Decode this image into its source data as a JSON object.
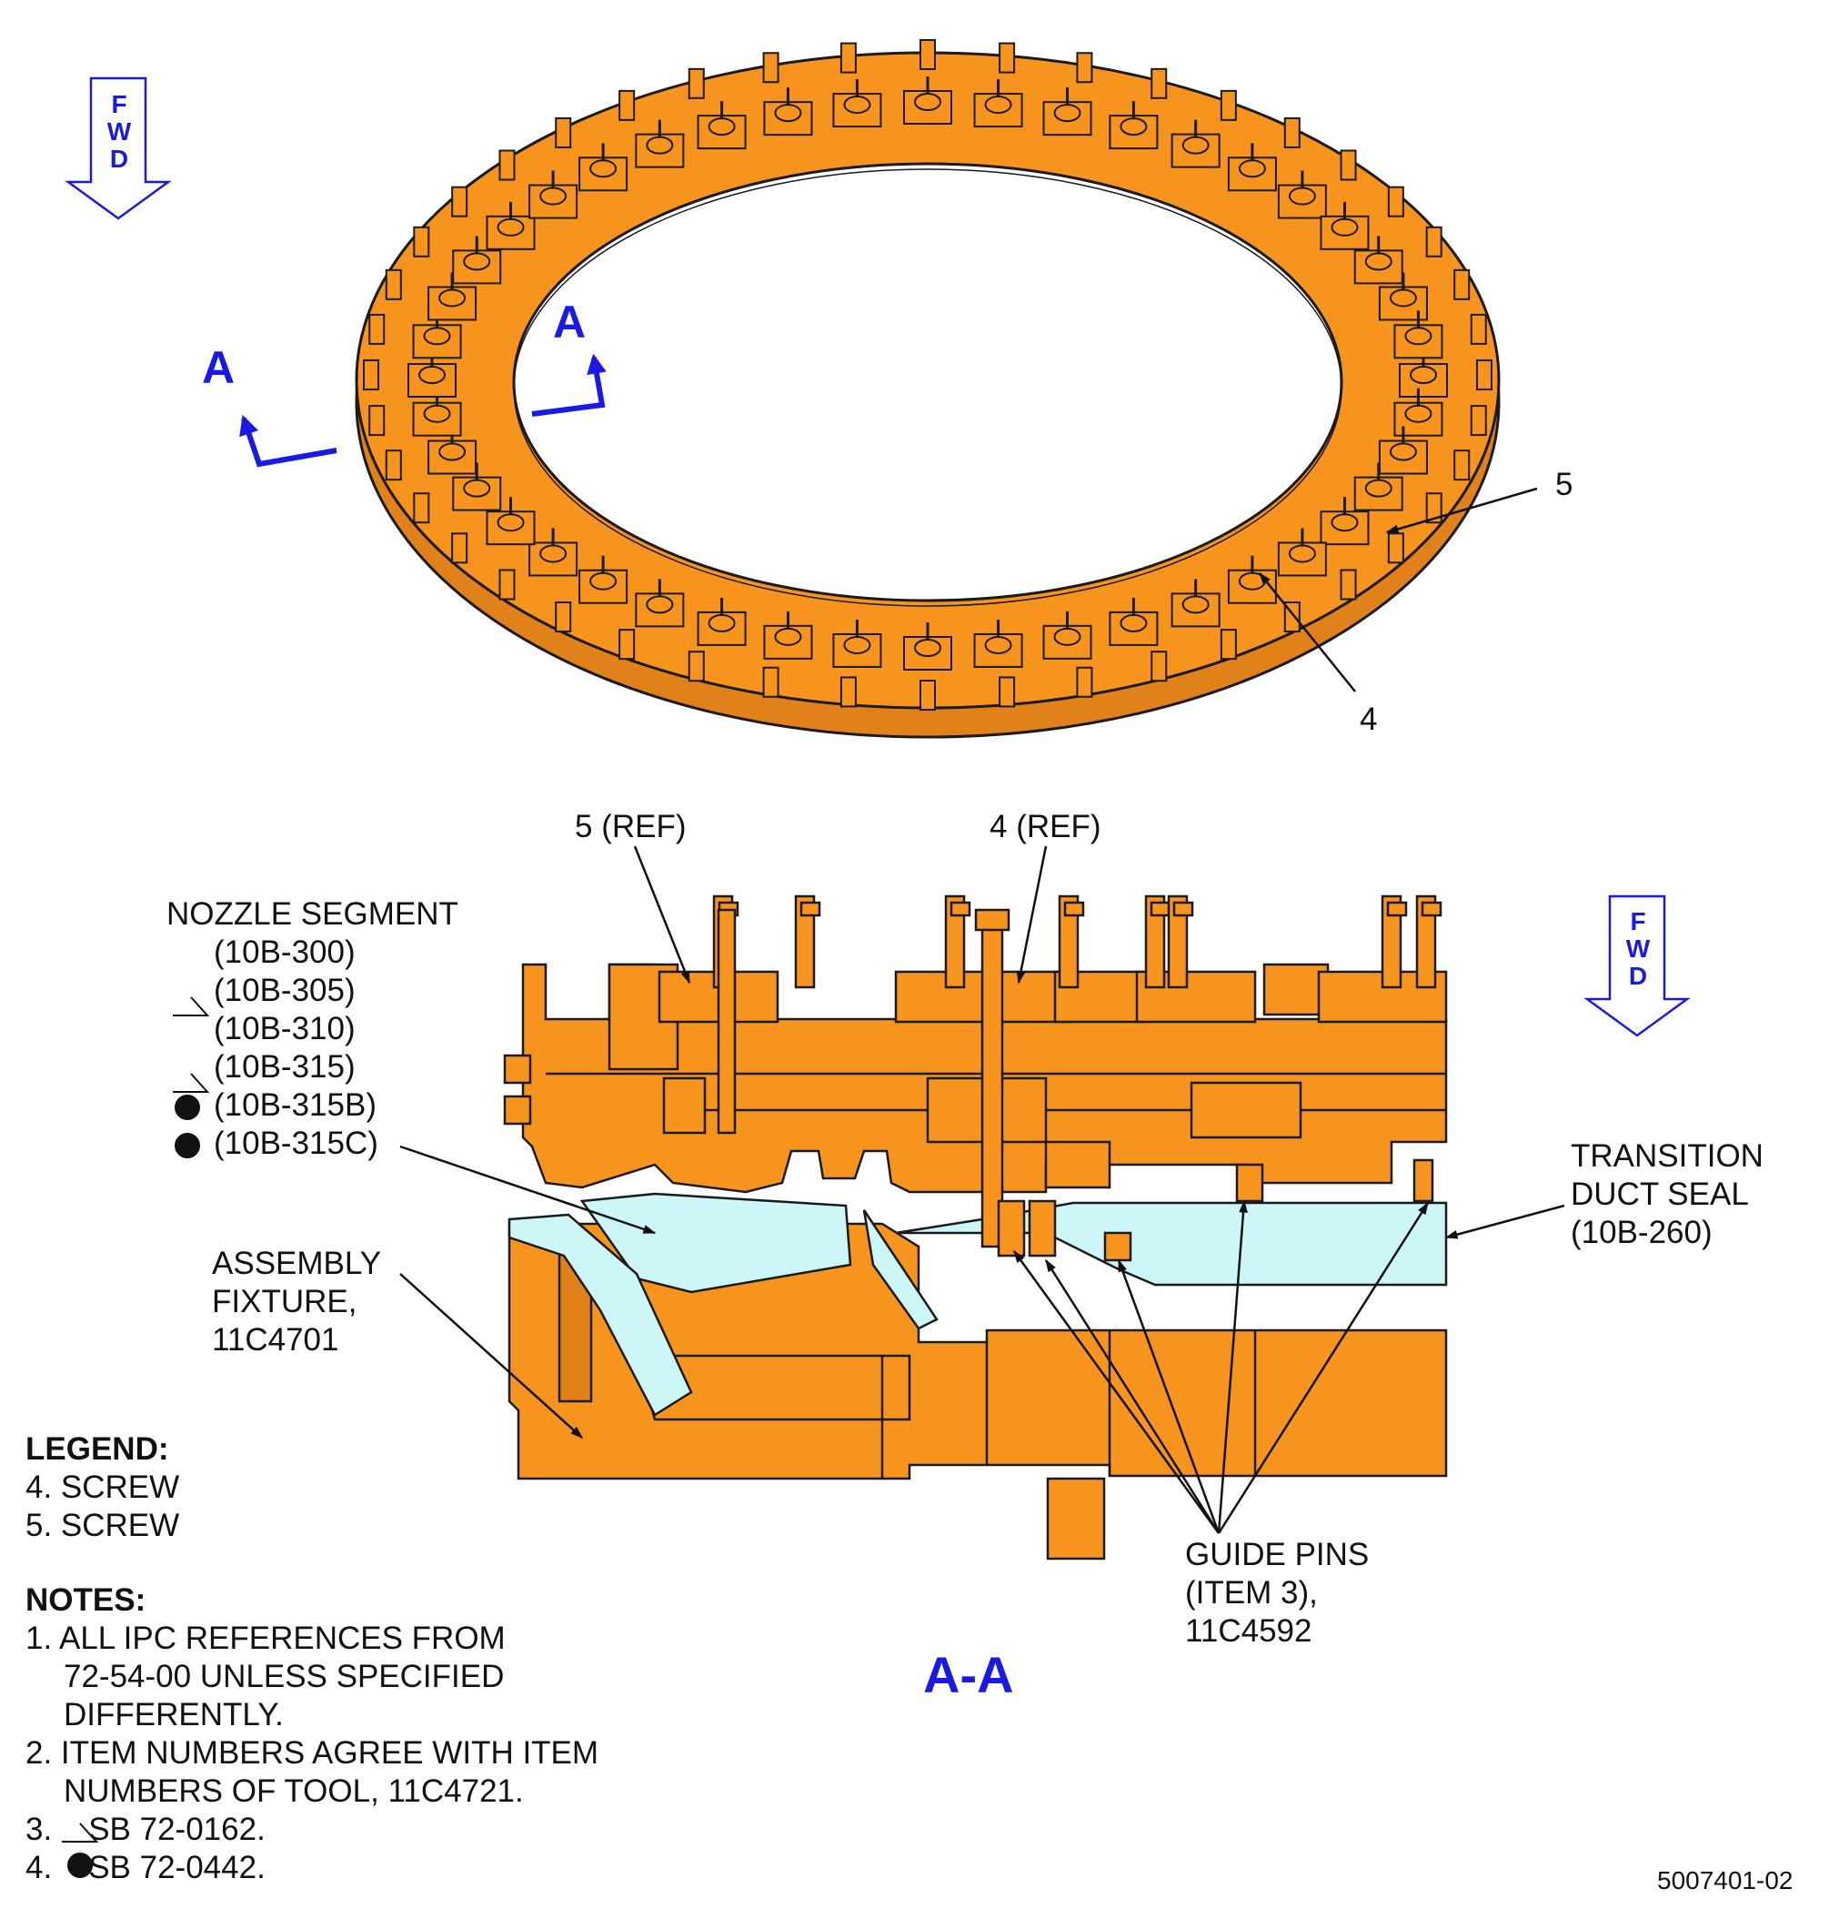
{
  "figure_id": "5007401-02",
  "fwd_letters": [
    "F",
    "W",
    "D"
  ],
  "section_marker": "A",
  "view_title": "A-A",
  "callouts": {
    "top_item_5": "5",
    "top_item_4": "4",
    "ref_5": "5 (REF)",
    "ref_4": "4 (REF)"
  },
  "nozzle_segment": {
    "title": "NOZZLE SEGMENT",
    "parts": [
      "(10B-300)",
      "(10B-305)",
      "(10B-310)",
      "(10B-315)",
      "(10B-315B)",
      "(10B-315C)"
    ],
    "symbols": [
      "",
      "triangle",
      "",
      "triangle",
      "dot",
      "dot"
    ]
  },
  "assembly_fixture": [
    "ASSEMBLY",
    "FIXTURE,",
    "11C4701"
  ],
  "transition_duct_seal": [
    "TRANSITION",
    "DUCT SEAL",
    "(10B-260)"
  ],
  "guide_pins": [
    "GUIDE PINS",
    "(ITEM 3),",
    "11C4592"
  ],
  "legend": {
    "title": "LEGEND:",
    "items": [
      "4. SCREW",
      "5. SCREW"
    ]
  },
  "notes": {
    "title": "NOTES:",
    "lines": [
      "1. ALL IPC REFERENCES FROM",
      "72-54-00 UNLESS SPECIFIED",
      "DIFFERENTLY.",
      "2. ITEM NUMBERS AGREE WITH ITEM",
      "NUMBERS OF TOOL, 11C4721.",
      "SB 72-0162.",
      "SB 72-0442."
    ],
    "note3_num": "3.",
    "note4_num": "4."
  },
  "colors": {
    "part_orange": "#f7941d",
    "seal_cyan": "#ccf6f8",
    "outline": "#1a1a1a",
    "annotation_blue": "#1a1ae6"
  }
}
